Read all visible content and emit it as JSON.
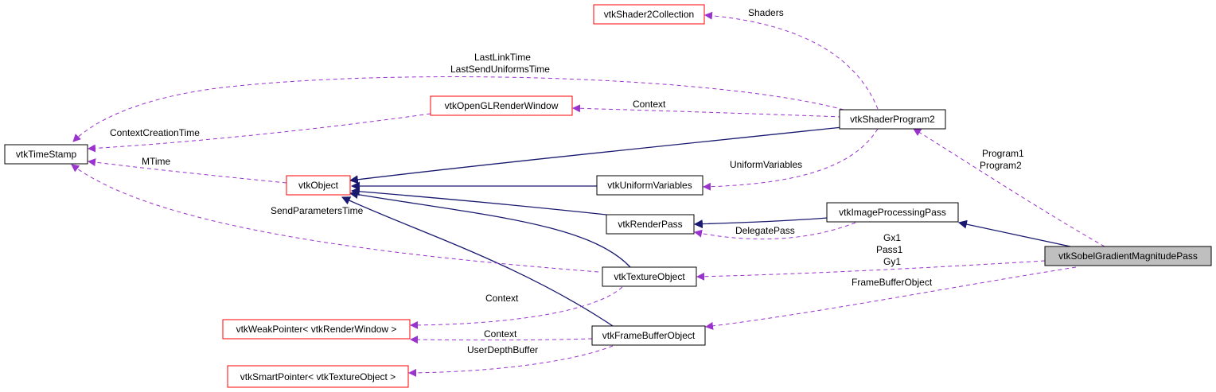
{
  "colors": {
    "inheritance_edge": "#191970",
    "usage_edge": "#9a32cd",
    "truncated_node_border": "#ff0000",
    "focus_node_fill": "#bfbfbf"
  },
  "nodes": {
    "shader2collection": "vtkShader2Collection",
    "shaderprogram2": "vtkShaderProgram2",
    "openglrenderwindow": "vtkOpenGLRenderWindow",
    "timestamp": "vtkTimeStamp",
    "object": "vtkObject",
    "uniformvariables": "vtkUniformVariables",
    "imageprocessingpass": "vtkImageProcessingPass",
    "renderpass": "vtkRenderPass",
    "sobelgradientmagnitudepass": "vtkSobelGradientMagnitudePass",
    "textureobject": "vtkTextureObject",
    "weakpointer": "vtkWeakPointer< vtkRenderWindow >",
    "framebufferobject": "vtkFrameBufferObject",
    "smartpointer": "vtkSmartPointer< vtkTextureObject >"
  },
  "labels": {
    "shaders": "Shaders",
    "lastlinktime": "LastLinkTime",
    "lastsenduniformstime": "LastSendUniformsTime",
    "context_shader": "Context",
    "contextcreationtime": "ContextCreationTime",
    "mtime": "MTime",
    "uniformvariables": "UniformVariables",
    "program1": "Program1",
    "program2": "Program2",
    "sendparameterstime": "SendParametersTime",
    "delegatepass": "DelegatePass",
    "gx1": "Gx1",
    "pass1": "Pass1",
    "gy1": "Gy1",
    "framebufferobject": "FrameBufferObject",
    "context_texture": "Context",
    "context_fbo": "Context",
    "userdepthbuffer": "UserDepthBuffer"
  }
}
